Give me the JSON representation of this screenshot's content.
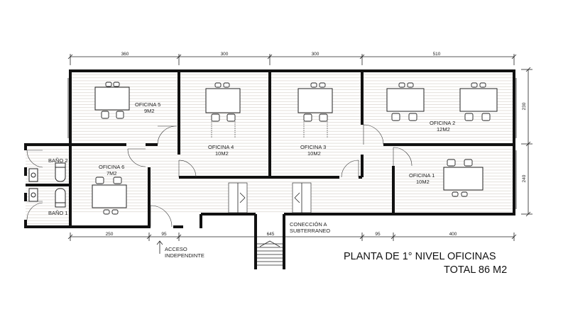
{
  "title": {
    "line1": "PLANTA DE 1° NIVEL OFICINAS",
    "line2": "TOTAL 86 M2"
  },
  "rooms": [
    {
      "id": "oficina5",
      "name": "OFICINA 5",
      "area": "9M2"
    },
    {
      "id": "oficina4",
      "name": "OFICINA 4",
      "area": "10M2"
    },
    {
      "id": "oficina3",
      "name": "OFICINA 3",
      "area": "10M2"
    },
    {
      "id": "oficina2",
      "name": "OFICINA 2",
      "area": "12M2"
    },
    {
      "id": "oficina1",
      "name": "OFICINA 1",
      "area": "10M2"
    },
    {
      "id": "oficina6",
      "name": "OFICINA 6",
      "area": "7M2"
    },
    {
      "id": "bano2",
      "name": "BAÑO 2"
    },
    {
      "id": "bano1",
      "name": "BAÑO 1"
    }
  ],
  "annotations": {
    "acceso_line1": "ACCESO",
    "acceso_line2": "INDEPENDINTE",
    "conexion_line1": "CONECCIÓN A",
    "conexion_line2": "SUBTERRANEO"
  },
  "dimensions": {
    "top": [
      "360",
      "300",
      "300",
      "510"
    ],
    "right": [
      "230",
      "240"
    ],
    "bottom": [
      "250",
      "95",
      "645",
      "95",
      "400"
    ]
  }
}
